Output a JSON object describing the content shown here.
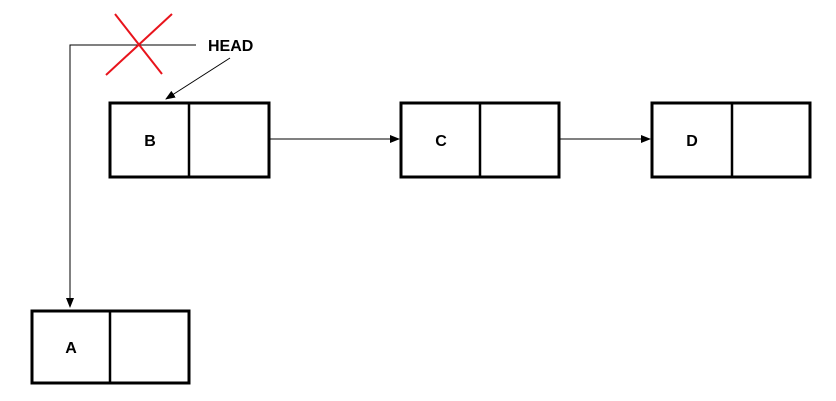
{
  "diagram": {
    "head_label": "HEAD",
    "nodes": [
      {
        "id": "B",
        "label": "B"
      },
      {
        "id": "C",
        "label": "C"
      },
      {
        "id": "D",
        "label": "D"
      },
      {
        "id": "A",
        "label": "A"
      }
    ],
    "links": [
      {
        "from": "B",
        "to": "C"
      },
      {
        "from": "C",
        "to": "D"
      },
      {
        "from": "HEAD",
        "to": "B"
      },
      {
        "from": "HEAD",
        "to": "A",
        "status": "removed"
      }
    ],
    "colors": {
      "stroke": "#000000",
      "removed_mark": "#e8141c",
      "background": "#ffffff"
    }
  }
}
